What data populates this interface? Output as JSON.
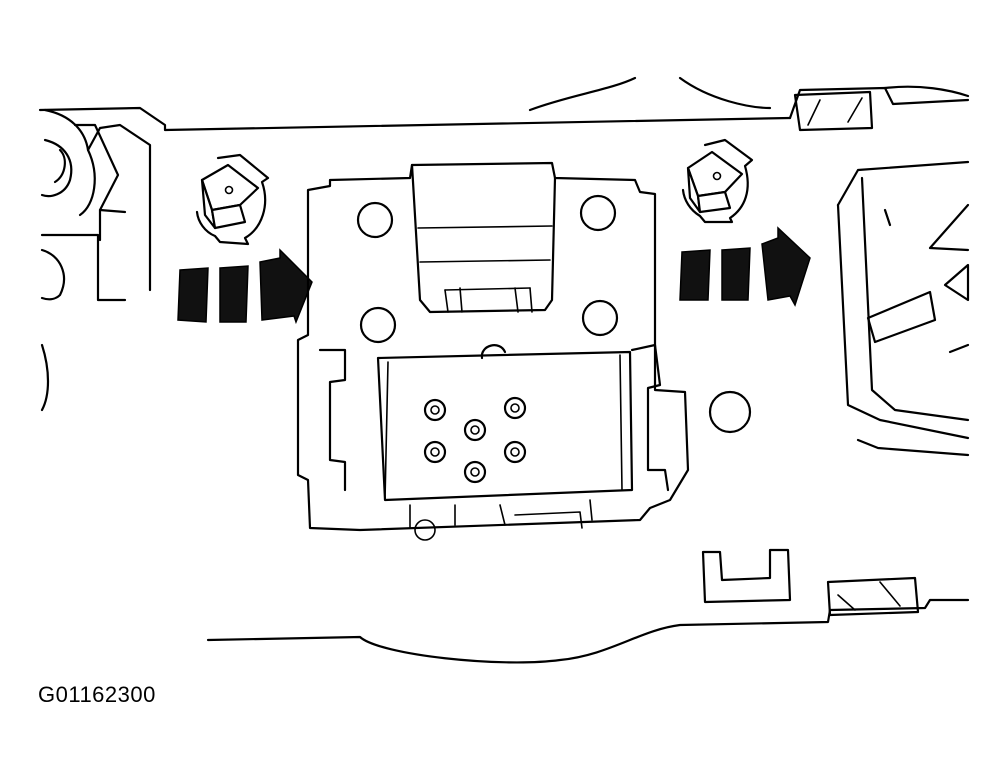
{
  "figure": {
    "id_label": "G01162300"
  },
  "parts": {
    "left_clip": "retaining-clip",
    "right_clip": "retaining-clip",
    "left_arrow": "rotation-arrow",
    "right_arrow": "rotation-arrow",
    "center_module": "switch-module",
    "right_module": "adjacent-switch-housing",
    "connector_pins": 6
  }
}
